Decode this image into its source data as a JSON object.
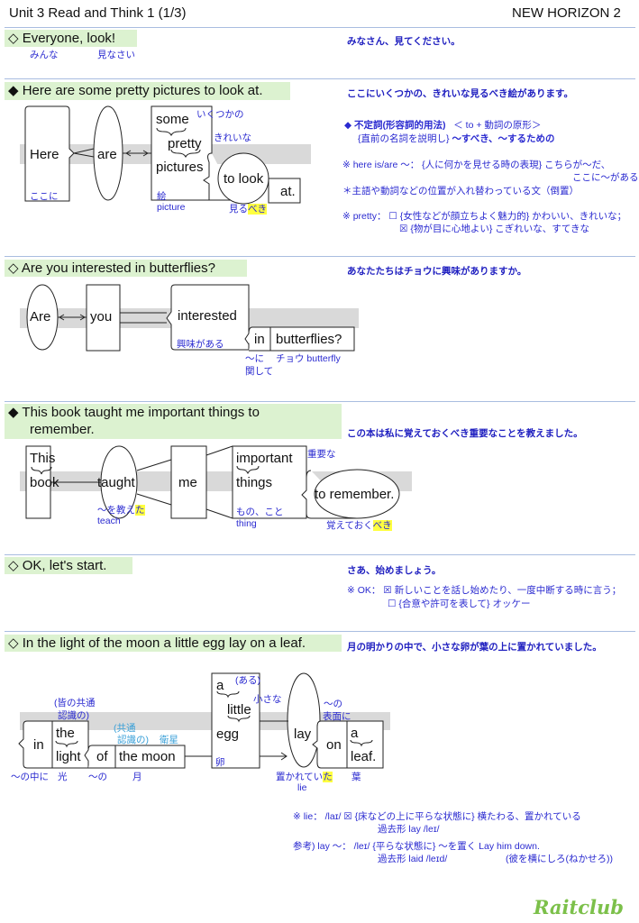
{
  "header": {
    "title": "Unit 3 Read and Think 1 (1/3)",
    "book": "NEW HORIZON 2"
  },
  "s1": {
    "sentence": "◇ Everyone, look!",
    "translation": "みなさん、見てください。",
    "gloss": [
      "みんな",
      "見なさい"
    ]
  },
  "s2": {
    "sentence": "◆ Here are some pretty pictures to look at.",
    "translation": "ここにいくつかの、きれいな見るべき絵があります。",
    "words": {
      "here": "Here",
      "are": "are",
      "some": "some",
      "pretty": "pretty",
      "pictures": "pictures",
      "to_look": "to look",
      "at": "at."
    },
    "gloss": {
      "here": "ここに",
      "some": "いくつかの",
      "pretty": "きれいな",
      "e": "絵",
      "picture": "picture",
      "miru": "見る",
      "beki": "べき"
    },
    "notes": [
      "◆ 不定詞(形容詞的用法)",
      "＜ to + 動詞の原形＞",
      "{直前の名詞を説明し}",
      "～すべき、～するための",
      "※ here is/are ～： {人に何かを見せる時の表現} こちらが～だ、",
      "ここに～がある",
      "＊主語や動詞などの位置が入れ替わっている文（倒置）",
      "※ pretty： ☐ {女性などが顔立ちよく魅力的} かわいい、きれいな；",
      "☒ {物が目に心地よい} こぎれいな、すてきな"
    ]
  },
  "s3": {
    "sentence": "◇ Are you interested in butterflies?",
    "translation": "あなたたちはチョウに興味がありますか。",
    "words": {
      "are": "Are",
      "you": "you",
      "interested": "interested",
      "in": "in",
      "butterflies": "butterflies?"
    },
    "gloss": {
      "interested": "興味がある",
      "ni": "～に",
      "kanshite": "関して",
      "butterfly": "チョウ butterfly"
    }
  },
  "s4": {
    "sentence_1": "◆ This book taught me important things to",
    "sentence_2": "remember.",
    "translation": "この本は私に覚えておくべき重要なことを教えました。",
    "words": {
      "this": "This",
      "book": "book",
      "taught": "taught",
      "me": "me",
      "important": "important",
      "things": "things",
      "to_remember": "to remember."
    },
    "gloss": {
      "oshie": "～を教え",
      "ta": "た",
      "teach": "teach",
      "juuyou": "重要な",
      "mono": "もの、こと",
      "thing": "thing",
      "oboete": "覚えておく",
      "beki": "べき"
    }
  },
  "s5": {
    "sentence": "◇ OK, let's start.",
    "translation": "さあ、始めましょう。",
    "notes": [
      "※ OK： ☒ 新しいことを話し始めたり、一度中断する時に言う；",
      "☐ {合意や許可を表して} オッケー"
    ]
  },
  "s6": {
    "sentence": "◇ In the light of the moon a little egg lay on a leaf.",
    "translation": "月の明かりの中で、小さな卵が葉の上に置かれていました。",
    "words": {
      "in": "in",
      "the": "the",
      "light": "light",
      "of": "of",
      "the_moon": "the moon",
      "a": "a",
      "little": "little",
      "egg": "egg",
      "lay": "lay",
      "on": "on",
      "a2": "a",
      "leaf": "leaf."
    },
    "gloss": {
      "minna1": "(皆の共通",
      "minna2": "認識の)",
      "kyoutsu1": "(共通",
      "kyoutsu2": "認識の)",
      "eisei": "衛星",
      "aru": "(ある)",
      "chiisana": "小さな",
      "tamago": "卵",
      "no_hyou1": "～の",
      "no_hyou2": "表面に",
      "nakani": "～の中に",
      "hikari": "光",
      "no": "～の",
      "tsuki": "月",
      "okarete": "置かれてい",
      "ta": "た",
      "lie": "lie",
      "ha": "葉"
    },
    "notes": [
      "※ lie： /laɪ/ ☒ {床などの上に平らな状態に} 横たわる、置かれている",
      "過去形 lay /leɪ/",
      "参考) lay ～： /leɪ/ {平らな状態に} ～を置く Lay him down.",
      "過去形 laid /leɪd/",
      "(彼を横にしろ(ねかせろ))"
    ]
  },
  "logo": "Raitclub"
}
